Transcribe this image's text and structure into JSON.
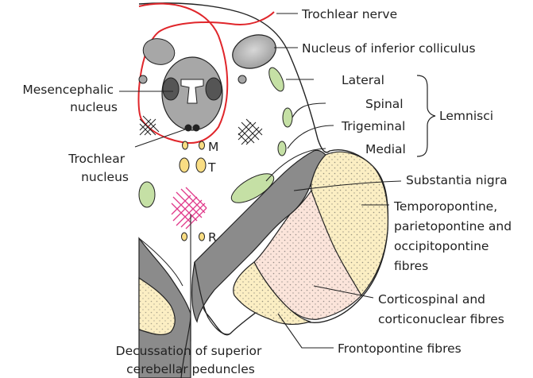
{
  "labels": {
    "trochlear_nerve": "Trochlear nerve",
    "nucleus_inferior_colliculus": "Nucleus of inferior colliculus",
    "mesencephalic_nucleus": [
      "Mesencephalic",
      "nucleus"
    ],
    "lateral": "Lateral",
    "spinal": "Spinal",
    "trigeminal": "Trigeminal",
    "medial": "Medial",
    "lemnisci": "Lemnisci",
    "trochlear_nucleus": [
      "Trochlear",
      "nucleus"
    ],
    "m_marker": "M",
    "t_marker": "T",
    "r_marker": "R",
    "substantia_nigra": "Substantia nigra",
    "temporopontine": [
      "Temporopontine,",
      "parietopontine and",
      "occipitopontine",
      "fibres"
    ],
    "corticospinal": [
      "Corticospinal and",
      "corticonuclear fibres"
    ],
    "frontopontine": "Frontopontine fibres",
    "decussation": [
      "Decussation of superior",
      "cerebellar peduncles"
    ]
  },
  "colors": {
    "nerve_red": "#e0262b",
    "nucleus_grey": "#a7a7a7",
    "lemniscus_green": "#c5e0a5",
    "nucleus_yellow": "#f9dd83",
    "decussation_magenta": "#e0398a",
    "crus_cream": "#fbeec3",
    "corticospinal_pink": "#fbe4da",
    "nigra_grey": "#8b8b8b"
  }
}
